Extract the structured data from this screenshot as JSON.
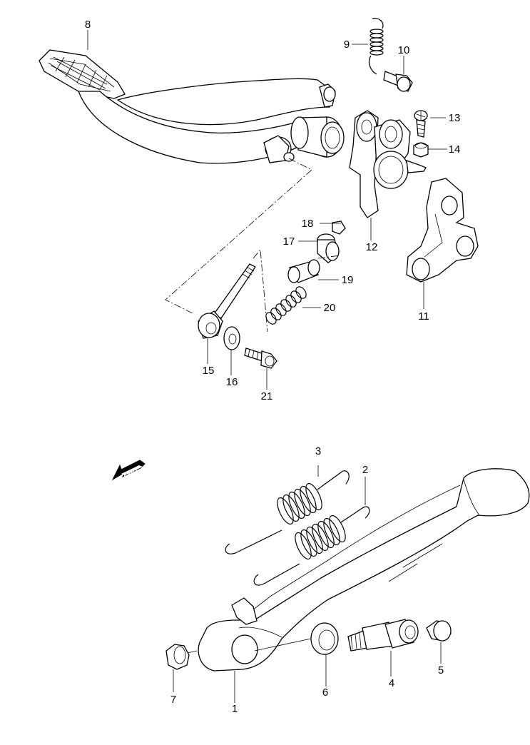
{
  "diagram": {
    "fwd_label": "FWD",
    "callouts": [
      {
        "id": "1",
        "label": "1"
      },
      {
        "id": "2",
        "label": "2"
      },
      {
        "id": "3",
        "label": "3"
      },
      {
        "id": "4",
        "label": "4"
      },
      {
        "id": "5",
        "label": "5"
      },
      {
        "id": "6",
        "label": "6"
      },
      {
        "id": "7",
        "label": "7"
      },
      {
        "id": "8",
        "label": "8"
      },
      {
        "id": "9",
        "label": "9"
      },
      {
        "id": "10",
        "label": "10"
      },
      {
        "id": "11",
        "label": "11"
      },
      {
        "id": "12",
        "label": "12"
      },
      {
        "id": "13",
        "label": "13"
      },
      {
        "id": "14",
        "label": "14"
      },
      {
        "id": "15",
        "label": "15"
      },
      {
        "id": "16",
        "label": "16"
      },
      {
        "id": "17",
        "label": "17"
      },
      {
        "id": "18",
        "label": "18"
      },
      {
        "id": "19",
        "label": "19"
      },
      {
        "id": "20",
        "label": "20"
      },
      {
        "id": "21",
        "label": "21"
      }
    ]
  }
}
